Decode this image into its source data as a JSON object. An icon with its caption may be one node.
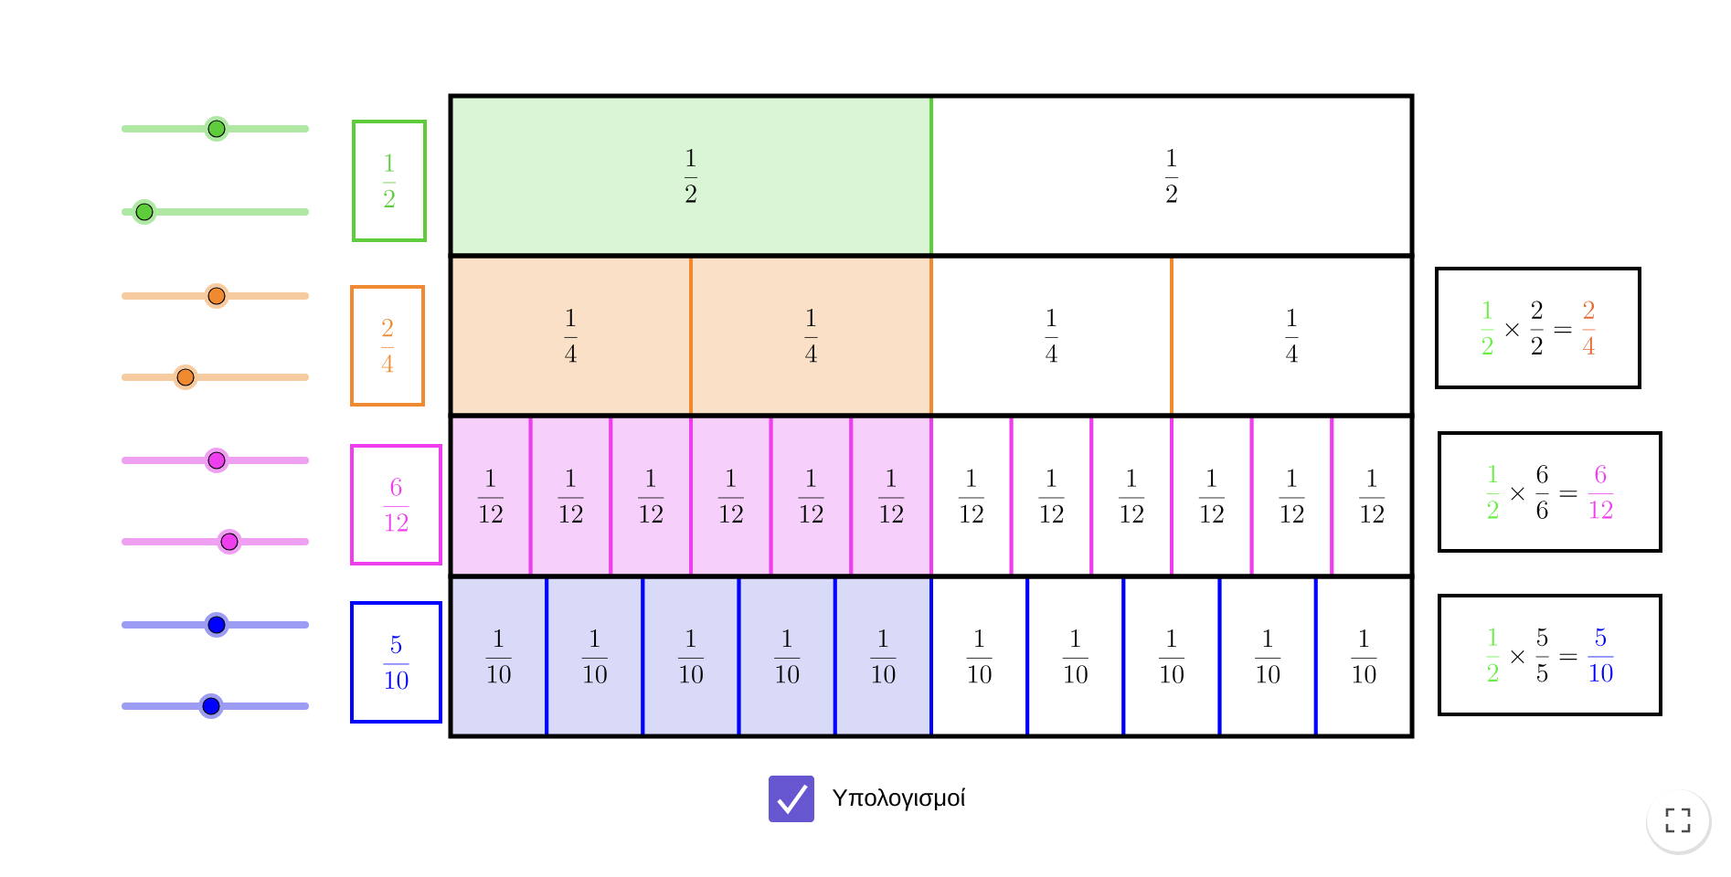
{
  "diagram": {
    "nodes": [
      {
        "text": [
          "\\frac{1}{2}"
        ]
      },
      {
        "text": [],
        "shape": "box"
      },
      {
        "text": [
          "\\frac{1}{2}"
        ],
        "in": 1
      },
      {
        "text": [
          "\\frac{1}{2}"
        ],
        "in": 1
      },
      {
        "text": [
          "\\frac{2}{4}"
        ]
      },
      {
        "text": [],
        "shape": "box"
      },
      {
        "text": [
          "\\frac{1}{4}"
        ],
        "in": 5
      },
      {
        "text": [
          "\\frac{1}{4}"
        ],
        "in": 5
      },
      {
        "text": [
          "\\frac{1}{4}"
        ],
        "in": 5
      },
      {
        "text": [
          "\\frac{1}{4}"
        ],
        "in": 5
      },
      {
        "text": [
          "\\textcolor[HTML]{66EE44}{\\frac{1}{2}}\\times\\frac{2}{2}=\\textcolor[HTML]{E86830}{\\frac{2}{4}}"
        ]
      },
      {
        "text": [
          "\\frac{6}{12}"
        ]
      },
      {
        "text": [],
        "shape": "box"
      },
      {
        "text": [
          "\\frac{1}{12}"
        ],
        "in": 12
      },
      {
        "text": [
          "\\frac{1}{12}"
        ],
        "in": 12
      },
      {
        "text": [
          "\\frac{1}{12}"
        ],
        "in": 12
      },
      {
        "text": [
          "\\frac{1}{12}"
        ],
        "in": 12
      },
      {
        "text": [
          "\\frac{1}{12}"
        ],
        "in": 12
      },
      {
        "text": [
          "\\frac{1}{12}"
        ],
        "in": 12
      },
      {
        "text": [
          "\\frac{1}{12}"
        ],
        "in": 12
      },
      {
        "text": [
          "\\frac{1}{12}"
        ],
        "in": 12
      },
      {
        "text": [
          "\\frac{1}{12}"
        ],
        "in": 12
      },
      {
        "text": [
          "\\frac{1}{12}"
        ],
        "in": 12
      },
      {
        "text": [
          "\\frac{1}{12}"
        ],
        "in": 12
      },
      {
        "text": [
          "\\frac{1}{12}"
        ],
        "in": 12
      },
      {
        "text": [
          "\\textcolor[HTML]{66EE44}{\\frac{1}{2}}\\times\\frac{6}{6}=\\textcolor[HTML]{EE3EEE}{\\frac{6}{12}}"
        ]
      },
      {
        "text": [
          "\\frac{5}{10}"
        ]
      },
      {
        "text": [],
        "shape": "box"
      },
      {
        "text": [
          "\\frac{1}{10}"
        ],
        "in": 27
      },
      {
        "text": [
          "\\frac{1}{10}"
        ],
        "in": 27
      },
      {
        "text": [
          "\\frac{1}{10}"
        ],
        "in": 27
      },
      {
        "text": [
          "\\frac{1}{10}"
        ],
        "in": 27
      },
      {
        "text": [
          "\\frac{1}{10}"
        ],
        "in": 27
      },
      {
        "text": [
          "\\frac{1}{10}"
        ],
        "in": 27
      },
      {
        "text": [
          "\\frac{1}{10}"
        ],
        "in": 27
      },
      {
        "text": [
          "\\frac{1}{10}"
        ],
        "in": 27
      },
      {
        "text": [
          "\\frac{1}{10}"
        ],
        "in": 27
      },
      {
        "text": [
          "\\frac{1}{10}"
        ],
        "in": 27
      },
      {
        "text": [
          "\\textcolor[HTML]{66EE44}{\\frac{1}{2}}\\times\\frac{5}{5}=\\textcolor[HTML]{0000FF}{\\frac{5}{10}}"
        ]
      }
    ],
    "labels": [
      "Υπολογισμοί"
    ]
  }
}
